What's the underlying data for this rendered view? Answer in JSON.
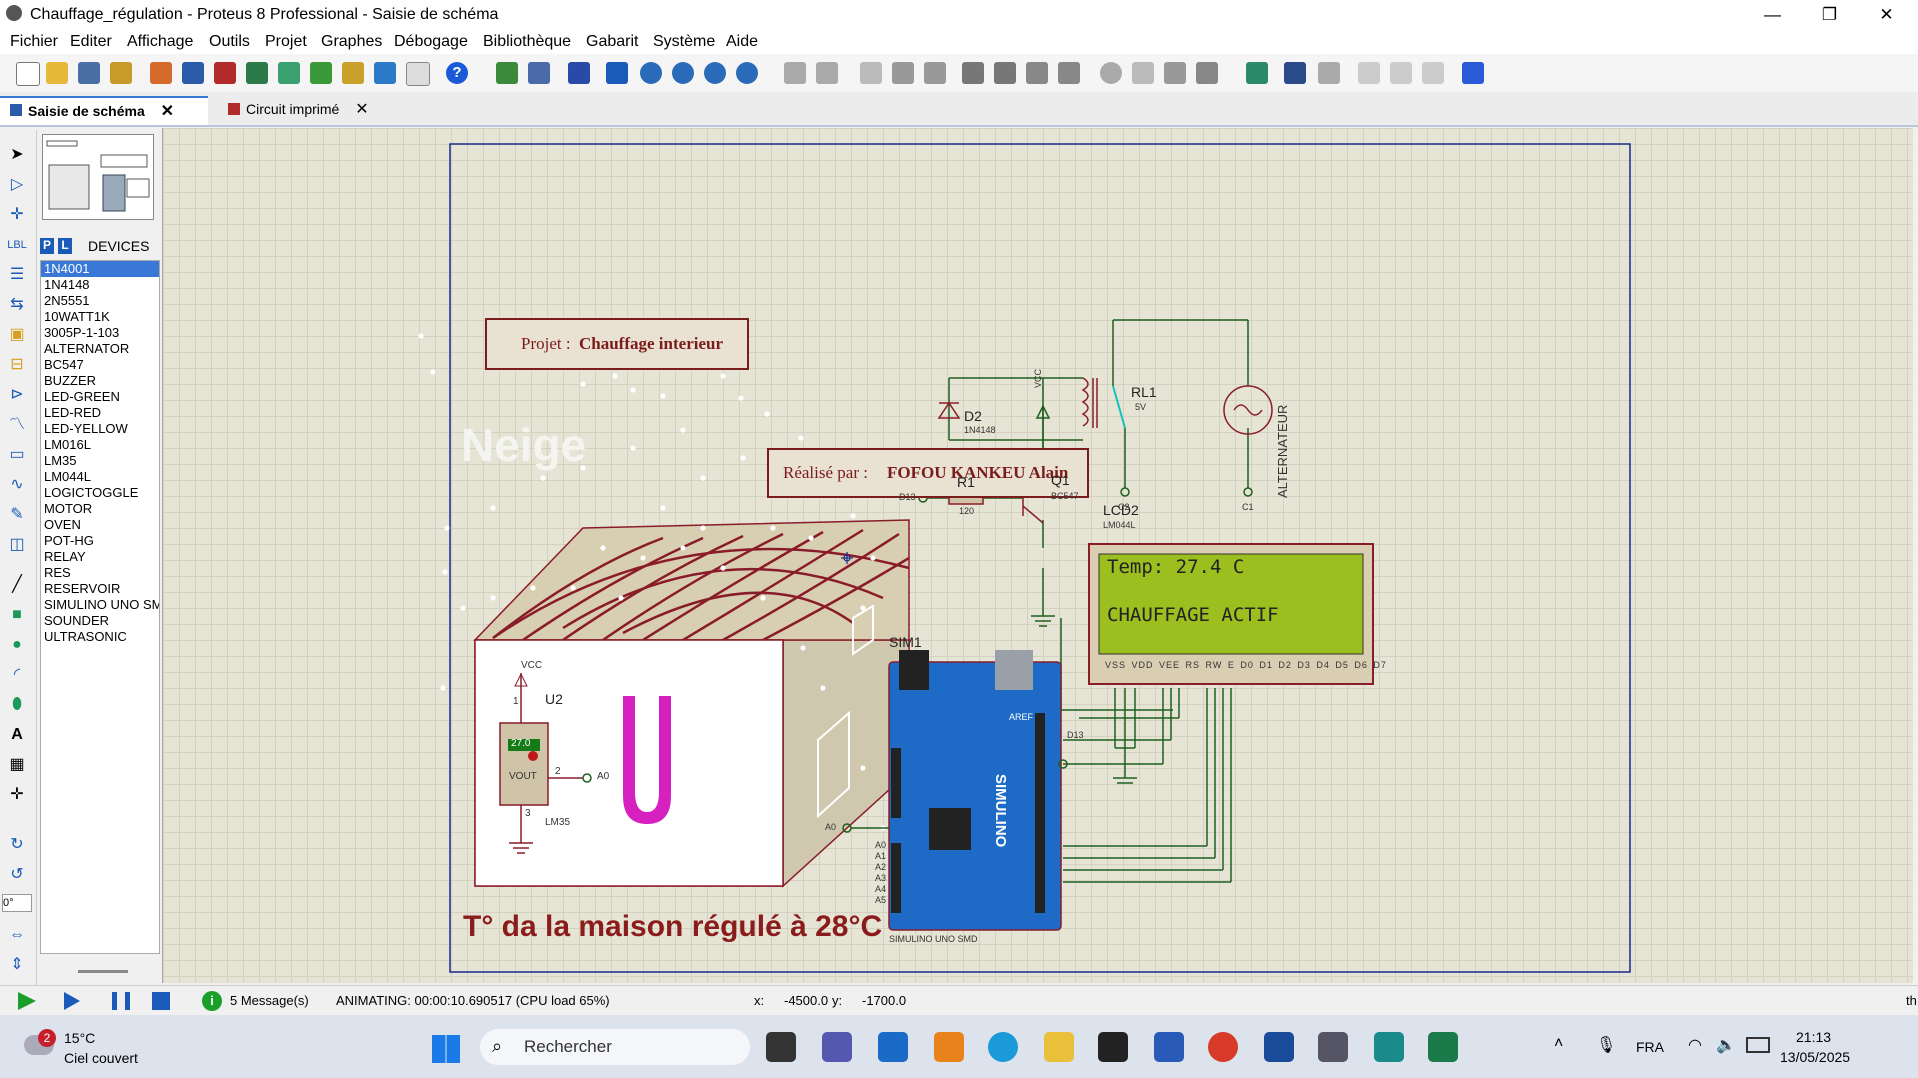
{
  "window": {
    "title": "Chauffage_régulation - Proteus 8 Professional - Saisie de schéma",
    "minimize": "—",
    "maximize": "❐",
    "close": "✕"
  },
  "menu": [
    "Fichier",
    "Editer",
    "Affichage",
    "Outils",
    "Projet",
    "Graphes",
    "Débogage",
    "Bibliothèque",
    "Gabarit",
    "Système",
    "Aide"
  ],
  "tabs": [
    {
      "label": "Saisie de schéma",
      "active": true
    },
    {
      "label": "Circuit imprimé",
      "active": false
    }
  ],
  "tab_close": "✕",
  "device_panel": {
    "p_button": "P",
    "l_button": "L",
    "header": "DEVICES",
    "items": [
      "1N4001",
      "1N4148",
      "2N5551",
      "10WATT1K",
      "3005P-1-103",
      "ALTERNATOR",
      "BC547",
      "BUZZER",
      "LED-GREEN",
      "LED-RED",
      "LED-YELLOW",
      "LM016L",
      "LM35",
      "LM044L",
      "LOGICTOGGLE",
      "MOTOR",
      "OVEN",
      "POT-HG",
      "RELAY",
      "RES",
      "RESERVOIR",
      "SIMULINO UNO SM",
      "SOUNDER",
      "ULTRASONIC"
    ],
    "selected": "1N4001",
    "rotation_value": "0°"
  },
  "schematic": {
    "project_label": "Projet :",
    "project_name": "Chauffage interieur",
    "author_label": "Réalisé par :",
    "author_name": "FOFOU KANKEU Alain",
    "snow_label": "Neige",
    "caption": "T° da la maison régulé à 28°C",
    "u2": {
      "name": "U2",
      "vcc": "VCC",
      "reading": "27.0",
      "vout": "VOUT",
      "pin1": "1",
      "pin2": "2",
      "pin3": "3",
      "net": "A0",
      "part": "LM35"
    },
    "relay": {
      "name": "RL1",
      "value": "5V",
      "vcc": "VCC",
      "c2": "C2"
    },
    "diode": {
      "name": "D2",
      "part": "1N4148"
    },
    "resistor": {
      "name": "R1",
      "value": "120",
      "net": "D13"
    },
    "transistor": {
      "name": "Q1",
      "part": "BC547"
    },
    "alternator": {
      "name": "ALTERNATEUR",
      "c1": "C1"
    },
    "lcd": {
      "name": "LCD2",
      "part": "LM044L",
      "line1": "Temp: 27.4 C",
      "line2": "CHAUFFAGE ACTIF",
      "pins": "VSS VDD VEE RS RW E D0 D1 D2 D3 D4 D5 D6 D7"
    },
    "arduino": {
      "name": "SIM1",
      "part": "SIMULINO UNO SMD",
      "brand": "SIMULINO",
      "net_a0": "A0",
      "net_d13": "D13",
      "aref": "AREF",
      "analog_pins": [
        "A0",
        "A1",
        "A2",
        "A3",
        "A4",
        "A5"
      ]
    }
  },
  "status": {
    "messages": "5 Message(s)",
    "animating": "ANIMATING: 00:00:10.690517 (CPU load 65%)",
    "x_label": "x:",
    "x_value": "-4500.0",
    "y_label": "y:",
    "y_value": "-1700.0",
    "right_text": "th"
  },
  "taskbar": {
    "weather_temp": "15°C",
    "weather_desc": "Ciel couvert",
    "weather_badge": "2",
    "search_placeholder": "Rechercher",
    "language": "FRA",
    "time": "21:13",
    "date": "13/05/2025"
  },
  "colors": {
    "wire": "#1f5f1f",
    "component": "#7a1c1c",
    "lcd_bg": "#9bbf1e",
    "arduino": "#1d6bc6",
    "accent": "#3a78d8"
  }
}
